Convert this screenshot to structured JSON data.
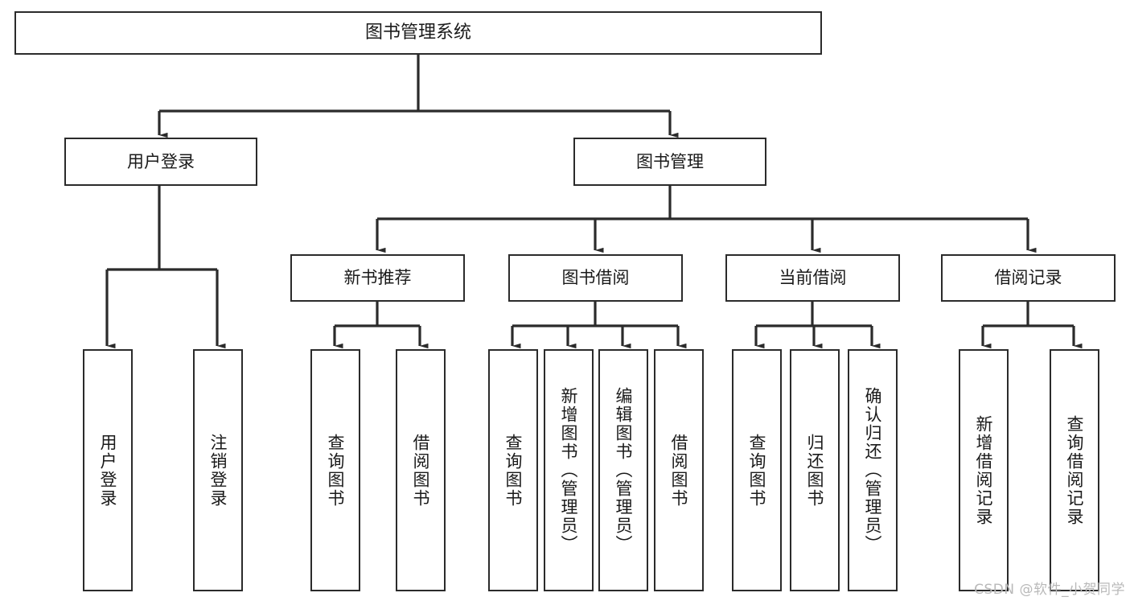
{
  "diagram": {
    "type": "tree-hierarchy",
    "title": "图书管理系统",
    "watermark": "CSDN @软件_小贺同学",
    "colors": {
      "line": "#2b2b2b",
      "box_fill": "#ffffff",
      "text": "#1a1a1a",
      "watermark": "#b9b9b9"
    },
    "root": {
      "label": "图书管理系统"
    },
    "level2": [
      {
        "id": "user-login",
        "label": "用户登录"
      },
      {
        "id": "book-manage",
        "label": "图书管理"
      }
    ],
    "level3": [
      {
        "id": "new-book-recommend",
        "label": "新书推荐"
      },
      {
        "id": "book-borrow",
        "label": "图书借阅"
      },
      {
        "id": "current-borrow",
        "label": "当前借阅"
      },
      {
        "id": "borrow-record",
        "label": "借阅记录"
      }
    ],
    "leaves": {
      "user_login": [
        {
          "id": "leaf-user-login",
          "label": "用户登录"
        },
        {
          "id": "leaf-logout-login",
          "label": "注销登录"
        }
      ],
      "new_book_recommend": [
        {
          "id": "leaf-query-book-1",
          "label": "查询图书"
        },
        {
          "id": "leaf-borrow-book-1",
          "label": "借阅图书"
        }
      ],
      "book_borrow": [
        {
          "id": "leaf-query-book-2",
          "label": "查询图书"
        },
        {
          "id": "leaf-add-book",
          "label": "新增图书（管理员）"
        },
        {
          "id": "leaf-edit-book",
          "label": "编辑图书（管理员）"
        },
        {
          "id": "leaf-borrow-book-2",
          "label": "借阅图书"
        }
      ],
      "current_borrow": [
        {
          "id": "leaf-query-book-3",
          "label": "查询图书"
        },
        {
          "id": "leaf-return-book",
          "label": "归还图书"
        },
        {
          "id": "leaf-confirm-return",
          "label": "确认归还（管理员）"
        }
      ],
      "borrow_record": [
        {
          "id": "leaf-add-record",
          "label": "新增借阅记录"
        },
        {
          "id": "leaf-query-record",
          "label": "查询借阅记录"
        }
      ]
    }
  }
}
